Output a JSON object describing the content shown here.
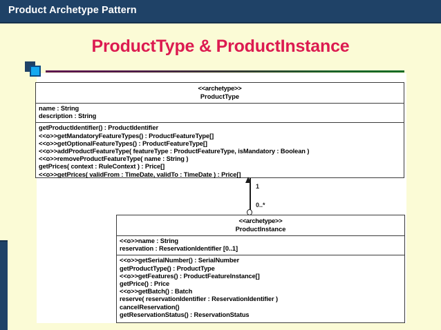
{
  "slide": {
    "title_bar": "Product Archetype Pattern",
    "heading": "ProductType & ProductInstance",
    "colors": {
      "title_bar_bg": "#1f4267",
      "slide_bg": "#fbfbd6",
      "heading_color": "#dc1b51",
      "rule_start": "#5d1050",
      "rule_end": "#0f6b25",
      "bullet_back": "#1f4267",
      "bullet_front": "#15a9f0",
      "box_border": "#3a3a3a"
    }
  },
  "diagram": {
    "type": "uml-class-diagram",
    "classes": [
      {
        "stereotype": "<<archetype>>",
        "name": "ProductType",
        "attributes": [
          "name : String",
          "description : String"
        ],
        "operations": [
          "getProductIdentifier() : ProductIdentifier",
          "<<o>>getMandatoryFeatureTypes() : ProductFeatureType[]",
          "<<o>>getOptionalFeatureTypes() : ProductFeatureType[]",
          "<<o>>addProductFeatureType( featureType : ProductFeatureType, isMandatory : Boolean )",
          "<<o>>removeProductFeatureType( name : String )",
          "getPrices( context : RuleContext ) : Price[]",
          "<<o>>getPrices( validFrom : TimeDate, validTo : TimeDate ) : Price[]"
        ]
      },
      {
        "stereotype": "<<archetype>>",
        "name": "ProductInstance",
        "attributes": [
          "<<o>>name : String",
          "reservation : ReservationIdentifier [0..1]"
        ],
        "operations": [
          "<<o>>getSerialNumber() : SerialNumber",
          "getProductType() : ProductType",
          "<<o>>getFeatures() : ProductFeatureInstance[]",
          "getPrice() : Price",
          "<<o>>getBatch() : Batch",
          "reserve( reservationIdentifier : ReservationIdentifier )",
          "cancelReservation()",
          "getReservationStatus() : ReservationStatus"
        ]
      }
    ],
    "association": {
      "source_multiplicity": "1",
      "target_multiplicity": "0..*"
    }
  }
}
